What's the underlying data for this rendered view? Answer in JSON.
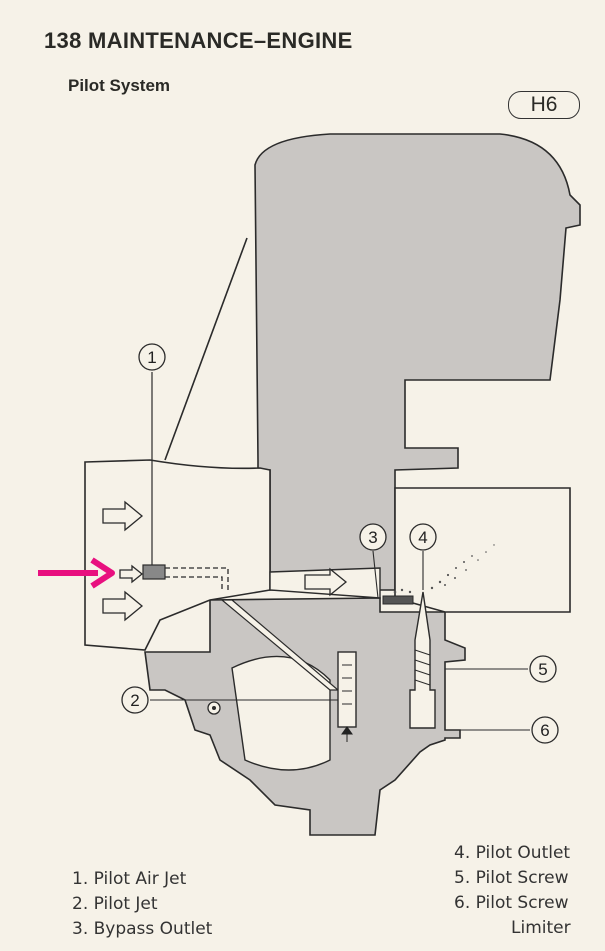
{
  "header": {
    "page_number": "138",
    "title": "138  MAINTENANCE–ENGINE",
    "subtitle": "Pilot System",
    "figure_id": "H6"
  },
  "diagram": {
    "callouts": [
      "1",
      "2",
      "3",
      "4",
      "5",
      "6"
    ],
    "highlight_arrow_color": "#e8107f",
    "body_fill": "#c9c6c3"
  },
  "legend": {
    "left": [
      "1.  Pilot Air Jet",
      "2.  Pilot Jet",
      "3.  Bypass Outlet"
    ],
    "right": [
      "4.  Pilot Outlet",
      "5.  Pilot Screw",
      "6.  Pilot Screw"
    ],
    "right_continuation": "Limiter"
  }
}
